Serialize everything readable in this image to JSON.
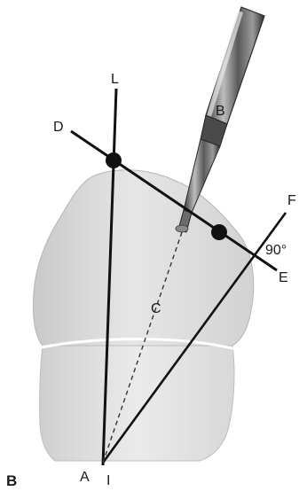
{
  "figure": {
    "panel_label": "B",
    "labels": {
      "L": "L",
      "D": "D",
      "B": "B",
      "F": "F",
      "E": "E",
      "angle": "90°",
      "C": "C",
      "A": "A",
      "I": "I"
    }
  }
}
